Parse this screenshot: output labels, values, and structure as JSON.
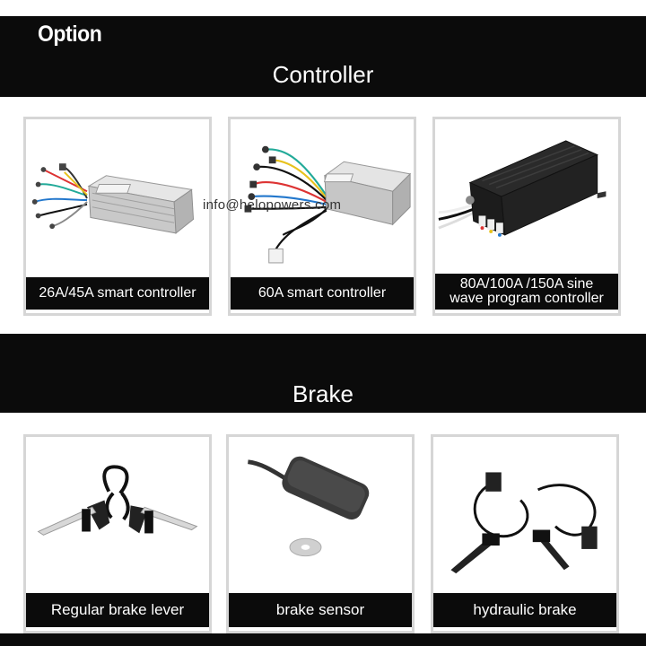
{
  "header": {
    "option_label": "Option"
  },
  "sections": {
    "controller": {
      "title": "Controller",
      "items": [
        {
          "caption": "26A/45A  smart controller",
          "image": "silver-controller-26a-45a"
        },
        {
          "caption": "60A  smart controller",
          "image": "silver-controller-60a"
        },
        {
          "caption": "80A/100A /150A sine\nwave program controller",
          "image": "black-sine-wave-controller"
        }
      ]
    },
    "brake": {
      "title": "Brake",
      "items": [
        {
          "caption": "Regular brake lever",
          "image": "brake-lever-pair"
        },
        {
          "caption": "brake sensor",
          "image": "brake-sensor-puck"
        },
        {
          "caption": "hydraulic brake",
          "image": "hydraulic-brake-set"
        }
      ]
    }
  },
  "watermark": "info@helopowers.com",
  "colors": {
    "bar": "#0b0b0b",
    "card_border": "#d6d6d6",
    "text_on_bar": "#ffffff"
  }
}
